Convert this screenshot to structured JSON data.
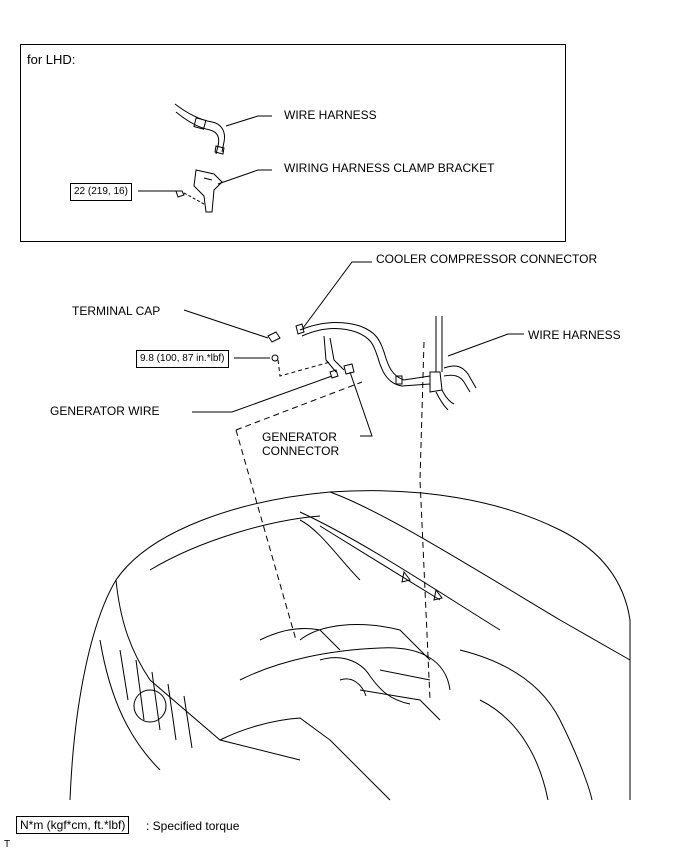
{
  "inset": {
    "title": "for LHD:",
    "wire_harness": "WIRE HARNESS",
    "clamp_bracket": "WIRING HARNESS CLAMP BRACKET",
    "torque": "22 (219, 16)"
  },
  "labels": {
    "cooler_compressor_connector": "COOLER COMPRESSOR CONNECTOR",
    "terminal_cap": "TERMINAL CAP",
    "torque_terminal": "9.8 (100, 87 in.*lbf)",
    "wire_harness": "WIRE HARNESS",
    "generator_wire": "GENERATOR WIRE",
    "generator_connector_line1": "GENERATOR",
    "generator_connector_line2": "CONNECTOR"
  },
  "legend": {
    "unit_box": "N*m (kgf*cm, ft.*lbf)",
    "description": ": Specified torque"
  },
  "corner_mark": "T"
}
